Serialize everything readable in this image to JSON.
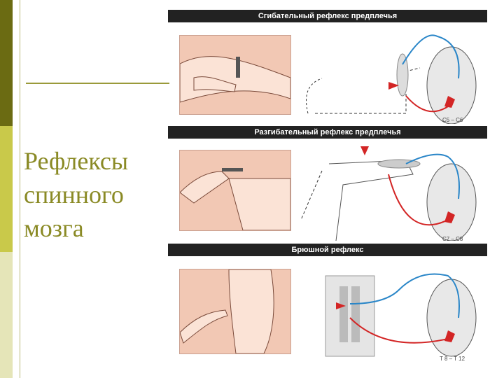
{
  "slide": {
    "title_lines": [
      "Рефлексы",
      "спинного",
      "мозга"
    ]
  },
  "figure": {
    "panels": [
      {
        "caption": "Сгибательный рефлекс предплечья",
        "segment": "C5 – C6"
      },
      {
        "caption": "Разгибательный рефлекс предплечья",
        "segment": "C7 – C8"
      },
      {
        "caption": "Брюшной рефлекс",
        "segment": "T 8 – T 12"
      }
    ]
  },
  "colors": {
    "accent_dark": "#6b6b12",
    "accent_mid": "#c9c94a",
    "accent_light": "#e5e5b8",
    "title_text": "#8a8a25",
    "afferent": "#2a86c8",
    "efferent": "#d32525"
  }
}
